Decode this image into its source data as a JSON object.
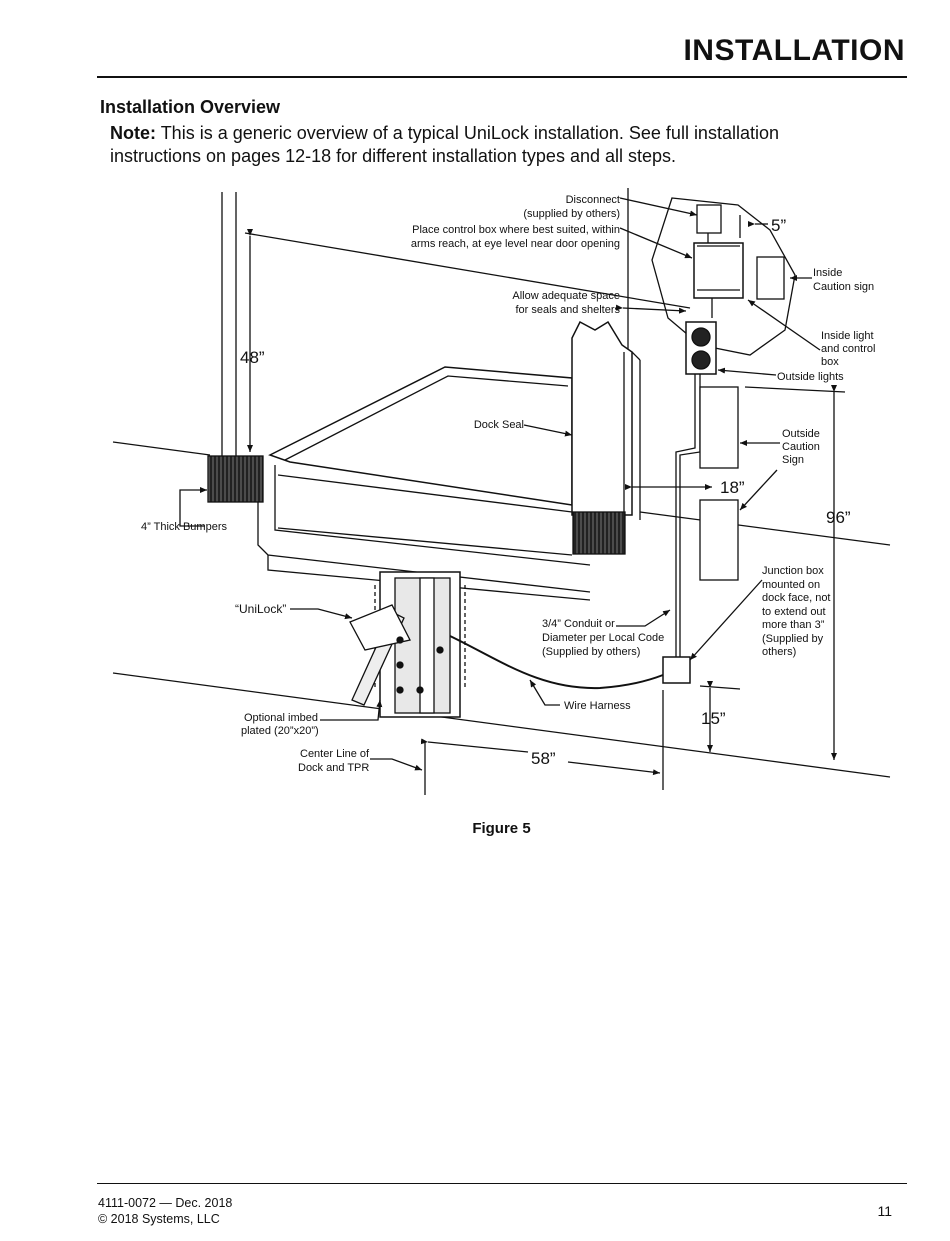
{
  "header": {
    "title": "INSTALLATION"
  },
  "section": {
    "title": "Installation Overview"
  },
  "note": {
    "label": "Note:",
    "text": "This is a generic overview of a typical UniLock installation. See full installation instructions on pages 12-18 for different installation types and all steps."
  },
  "figure": {
    "caption": "Figure 5",
    "labels": {
      "disconnect_1": "Disconnect",
      "disconnect_2": "(supplied by others)",
      "control_box_1": "Place control box where best suited, within",
      "control_box_2": "arms reach, at eye level near door opening",
      "dim_5": "5”",
      "inside_caution_1": "Inside",
      "inside_caution_2": "Caution sign",
      "allow_space_1": "Allow adequate space",
      "allow_space_2": "for seals and shelters",
      "inside_light_1": "Inside light",
      "inside_light_2": "and control",
      "inside_light_3": "box",
      "outside_lights": "Outside lights",
      "dim_48": "48”",
      "dock_seal": "Dock Seal",
      "outside_caution_1": "Outside",
      "outside_caution_2": "Caution",
      "outside_caution_3": "Sign",
      "dim_18": "18”",
      "dim_96": "96”",
      "bumpers": "4” Thick Bumpers",
      "junction_1": "Junction box",
      "junction_2": "mounted on",
      "junction_3": "dock face, not",
      "junction_4": "to extend out",
      "junction_5": "more than 3”",
      "junction_6": "(Supplied by",
      "junction_7": "others)",
      "unilock": "“UniLock”",
      "conduit_1": "3/4” Conduit or",
      "conduit_2": "Diameter per Local Code",
      "conduit_3": "(Supplied by others)",
      "wire_harness": "Wire Harness",
      "dim_15": "15”",
      "imbed_1": "Optional imbed",
      "imbed_2": "plated (20”x20”)",
      "centerline_1": "Center Line of",
      "centerline_2": "Dock and TPR",
      "dim_58": "58”"
    }
  },
  "footer": {
    "doc_number": "4111-0072 — Dec. 2018",
    "copyright": "© 2018 Systems, LLC",
    "page_number": "11"
  }
}
